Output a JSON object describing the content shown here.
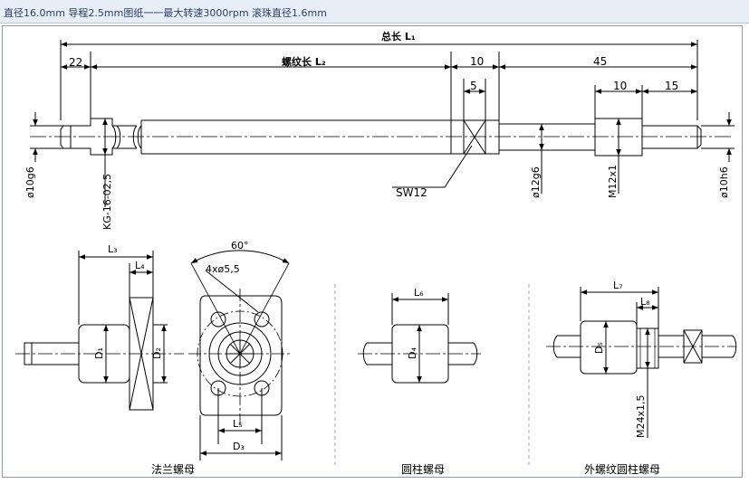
{
  "header": {
    "title": "直径16.0mm 导程2.5mm图纸一一最大转速3000rpm 滚珠直径1.6mm"
  },
  "drawing": {
    "shaft": {
      "total_length_label": "总长 L₁",
      "thread_length_label": "螺纹长 L₂",
      "dim_22": "22",
      "dim_10_top": "10",
      "dim_45": "45",
      "dim_5": "5",
      "dim_10_right": "10",
      "dim_15": "15",
      "dia_left": "ø10g6",
      "nut_code": "KG-16-02,5",
      "dia_middle": "ø12g6",
      "thread_m12": "M12x1",
      "dia_right": "ø10h6",
      "sw_label": "SW12"
    },
    "flange_nut": {
      "caption": "法兰螺母",
      "L3": "L₃",
      "L4": "L₄",
      "D1": "D₁",
      "D2": "D₂",
      "angle": "60°",
      "holes": "4xø5,5",
      "L5": "L₅",
      "D3": "D₃"
    },
    "cyl_nut": {
      "caption": "圆柱螺母",
      "L6": "L₆",
      "D4": "D₄"
    },
    "ext_nut": {
      "caption": "外螺纹圆柱螺母",
      "L7": "L₇",
      "L8": "L₈",
      "D5": "D₅",
      "thread": "M24x1,5"
    }
  }
}
